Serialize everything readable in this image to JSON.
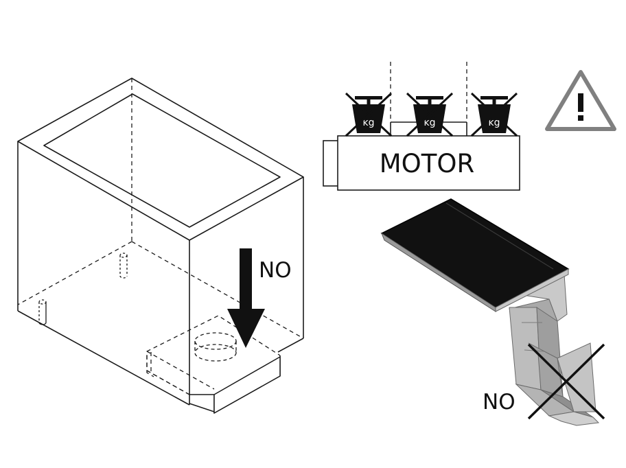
{
  "labels": {
    "no_left": "NO",
    "motor": "MOTOR",
    "no_right": "NO",
    "weight_unit": "kg"
  },
  "icons": {
    "warning": "warning-triangle-icon",
    "weight": "weight-icon",
    "cross": "cross-mark-icon",
    "arrow": "arrow-down-icon"
  },
  "colors": {
    "line": "#1a1a1a",
    "warning_gray": "#808080",
    "hob_black": "#111111",
    "duct_gray": "#b9b9b9"
  }
}
